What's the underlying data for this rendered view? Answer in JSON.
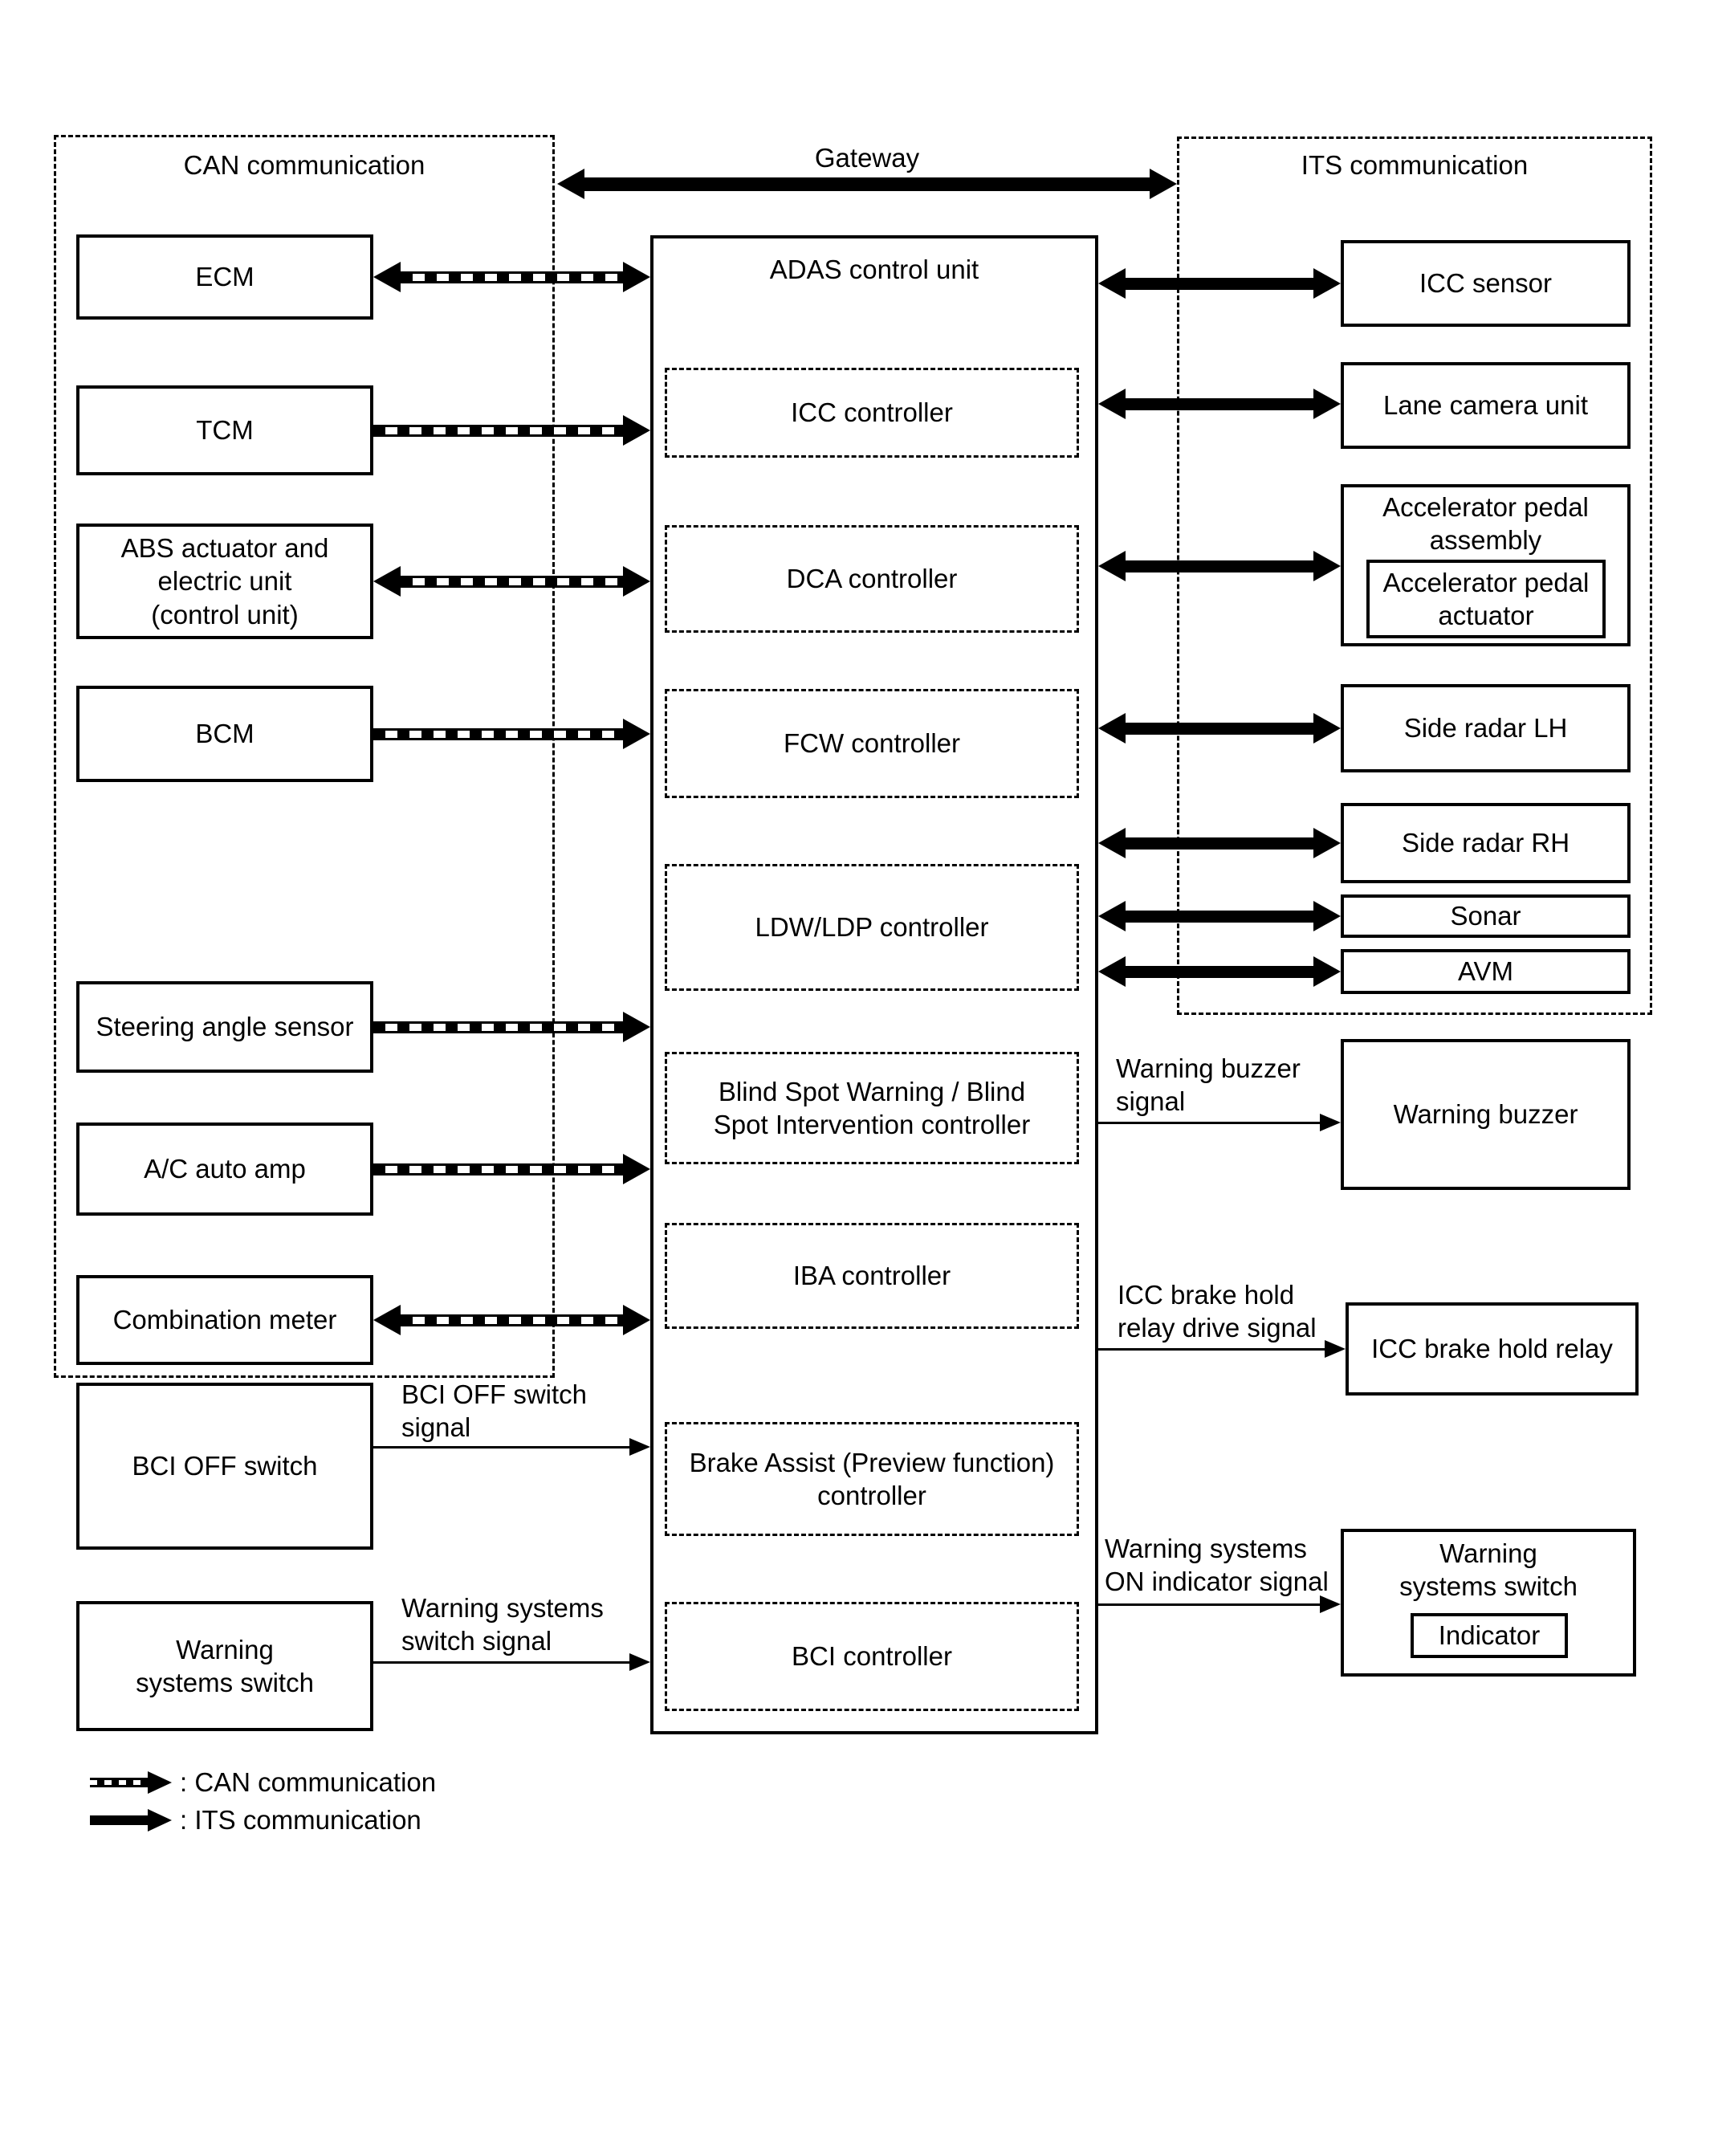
{
  "page": {
    "paper": "#ffffff",
    "ink": "#000000"
  },
  "header": {
    "gateway_label": "Gateway"
  },
  "frames": {
    "can": {
      "title": "CAN communication"
    },
    "its": {
      "title": "ITS communication"
    }
  },
  "adas": {
    "title": "ADAS  control unit",
    "controllers": {
      "icc": "ICC  controller",
      "dca": "DCA  controller",
      "fcw": "FCW controller",
      "ldw_ldp": "LDW/LDP controller",
      "blind_spot": "Blind Spot Warning / Blind Spot Intervention controller",
      "iba": "IBA controller",
      "brake_assist": "Brake Assist (Preview function) controller",
      "bci": "BCI controller"
    }
  },
  "can_nodes": {
    "ecm": "ECM",
    "tcm": "TCM",
    "abs": "ABS actuator and electric unit (control unit)",
    "bcm": "BCM",
    "steering_angle_sensor": "Steering angle sensor",
    "ac_auto_amp": "A/C auto amp",
    "combination_meter": "Combination meter"
  },
  "switch_nodes": {
    "bci_off_switch": "BCI OFF switch",
    "warning_systems_switch": "Warning systems switch"
  },
  "its_nodes": {
    "icc_sensor": "ICC sensor",
    "lane_camera_unit": "Lane camera unit",
    "accelerator_pedal_assembly": "Accelerator pedal assembly",
    "accelerator_pedal_actuator": "Accelerator pedal actuator",
    "side_radar_lh": "Side radar LH",
    "side_radar_rh": "Side radar RH",
    "sonar": "Sonar",
    "avm": "AVM"
  },
  "output_nodes": {
    "warning_buzzer": "Warning buzzer",
    "icc_brake_hold_relay": "ICC brake hold relay",
    "warning_systems_switch": "Warning systems switch",
    "indicator": "Indicator"
  },
  "signal_labels": {
    "bci_off_switch": "BCI OFF switch signal",
    "warning_systems_switch": "Warning systems switch signal",
    "warning_buzzer": "Warning buzzer signal",
    "icc_brake_hold_relay_drive": "ICC brake hold relay drive signal",
    "warning_systems_on_indicator": "Warning systems ON indicator signal"
  },
  "legend": {
    "can": ": CAN communication",
    "its": ": ITS communication"
  }
}
